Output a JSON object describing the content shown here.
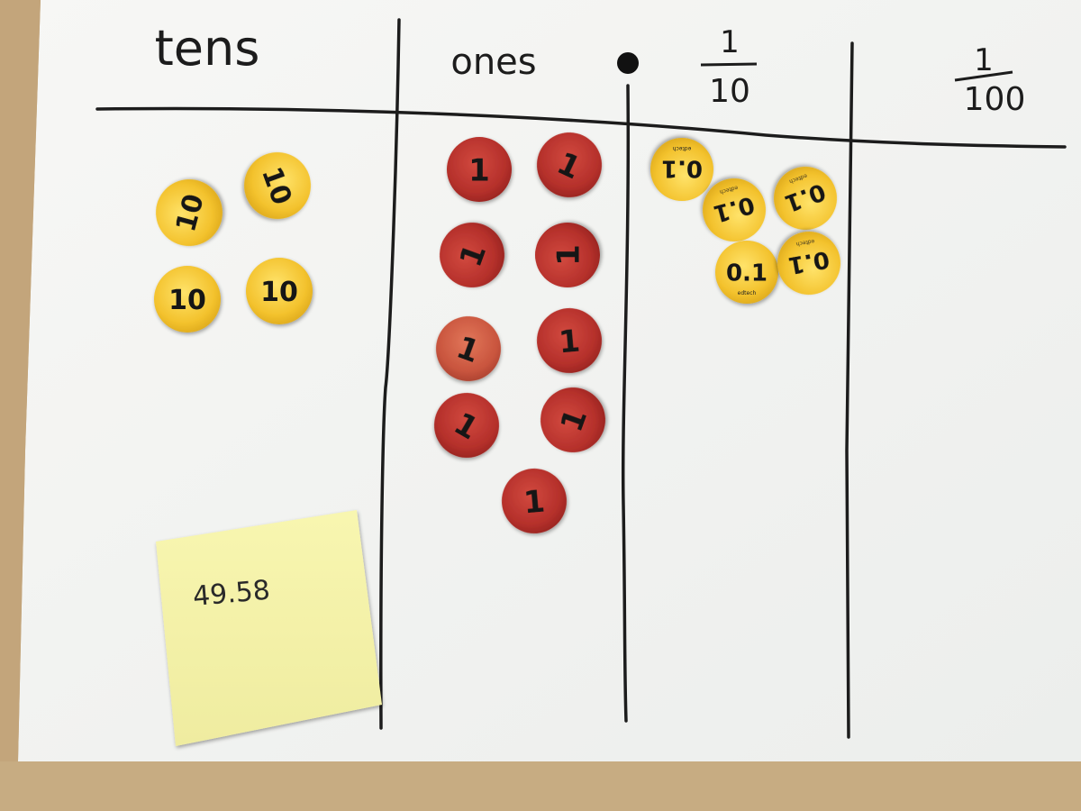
{
  "chart_title": "place value chart",
  "headers": {
    "tens": "tens",
    "ones": "ones",
    "tenths_num": "1",
    "tenths_den": "10",
    "hundredths_num": "1",
    "hundredths_den": "100"
  },
  "counters": {
    "tens_label": "10",
    "ones_label": "1",
    "tenths_label": "0.1",
    "brand": "edtech"
  },
  "counts": {
    "tens": 4,
    "ones": 9,
    "tenths": 5,
    "hundredths": 0
  },
  "sticky_note": {
    "text": "49.58"
  },
  "colors": {
    "paper": "#f3f4f2",
    "ink": "#1c1c1c",
    "tens_counter": "#f2c12e",
    "ones_counter": "#b8322e",
    "tenths_counter": "#f4c832",
    "sticky_note": "#f5f3a6",
    "table": "#c9ae86"
  }
}
